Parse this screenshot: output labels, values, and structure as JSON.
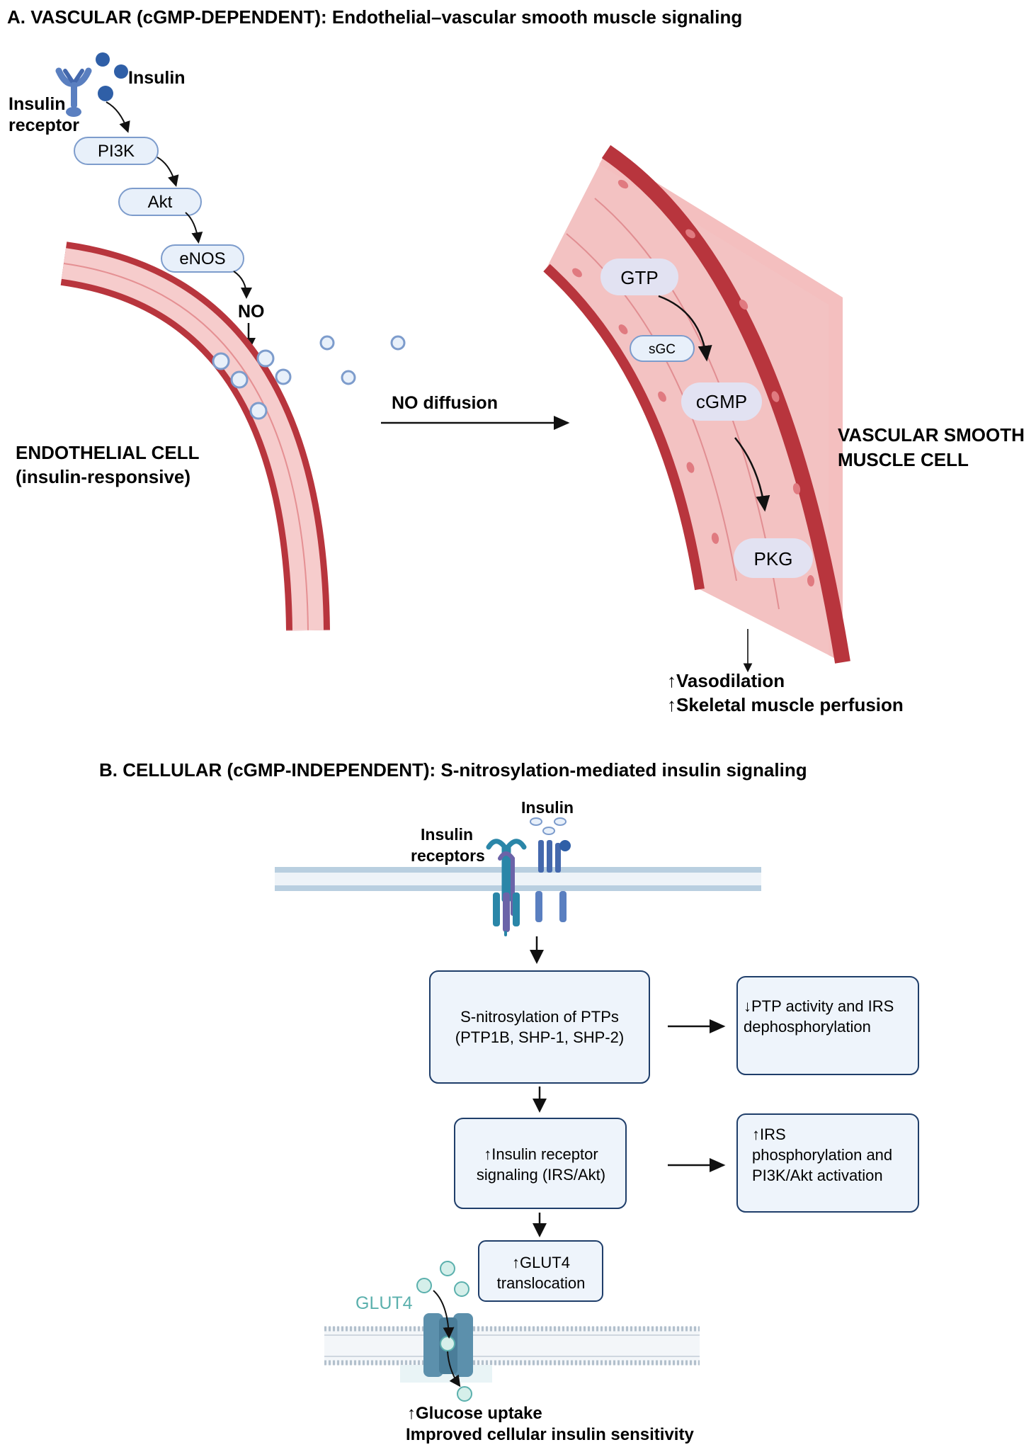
{
  "panel_a": {
    "title": "A. VASCULAR (cGMP-DEPENDENT): Endothelial–vascular smooth muscle signaling",
    "insulin_label": "Insulin",
    "receptor_label_1": "Insulin",
    "receptor_label_2": "receptor",
    "pi3k": "PI3K",
    "akt": "Akt",
    "enos": "eNOS",
    "no": "NO",
    "no_diffusion": "NO diffusion",
    "endothelial_1": "ENDOTHELIAL CELL",
    "endothelial_2": "(insulin-responsive)",
    "gtp": "GTP",
    "sgc": "sGC",
    "cgmp": "cGMP",
    "pkg": "PKG",
    "vsm_1": "VASCULAR SMOOTH",
    "vsm_2": "MUSCLE CELL",
    "outcome_1": "↑Vasodilation",
    "outcome_2": "↑Skeletal muscle perfusion"
  },
  "panel_b": {
    "title": "B. CELLULAR (cGMP-INDEPENDENT): S-nitrosylation-mediated insulin signaling",
    "insulin_label": "Insulin",
    "receptors_1": "Insulin",
    "receptors_2": "receptors",
    "box1_line1": "S-nitrosylation of PTPs",
    "box1_line2": "(PTP1B, SHP-1, SHP-2)",
    "side1_line1": "↓PTP activity and IRS",
    "side1_line2": "dephosphorylation",
    "box2_line1": "↑Insulin receptor",
    "box2_line2": "signaling (IRS/Akt)",
    "side2_line1": "↑IRS",
    "side2_line2": "phosphorylation and",
    "side2_line3": "PI3K/Akt activation",
    "box3_line1": "↑GLUT4",
    "box3_line2": "translocation",
    "glut4": "GLUT4",
    "outcome_1": "↑Glucose uptake",
    "outcome_2": "Improved cellular insulin sensitivity"
  },
  "colors": {
    "vessel_dark": "#b8353d",
    "vessel_light": "#f6cccc",
    "node_fill": "#e8f0fa",
    "node_stroke": "#7d9ccc",
    "box_fill": "#eef4fb",
    "box_stroke": "#1f3e6a",
    "glut4": "#5bb0ad"
  }
}
